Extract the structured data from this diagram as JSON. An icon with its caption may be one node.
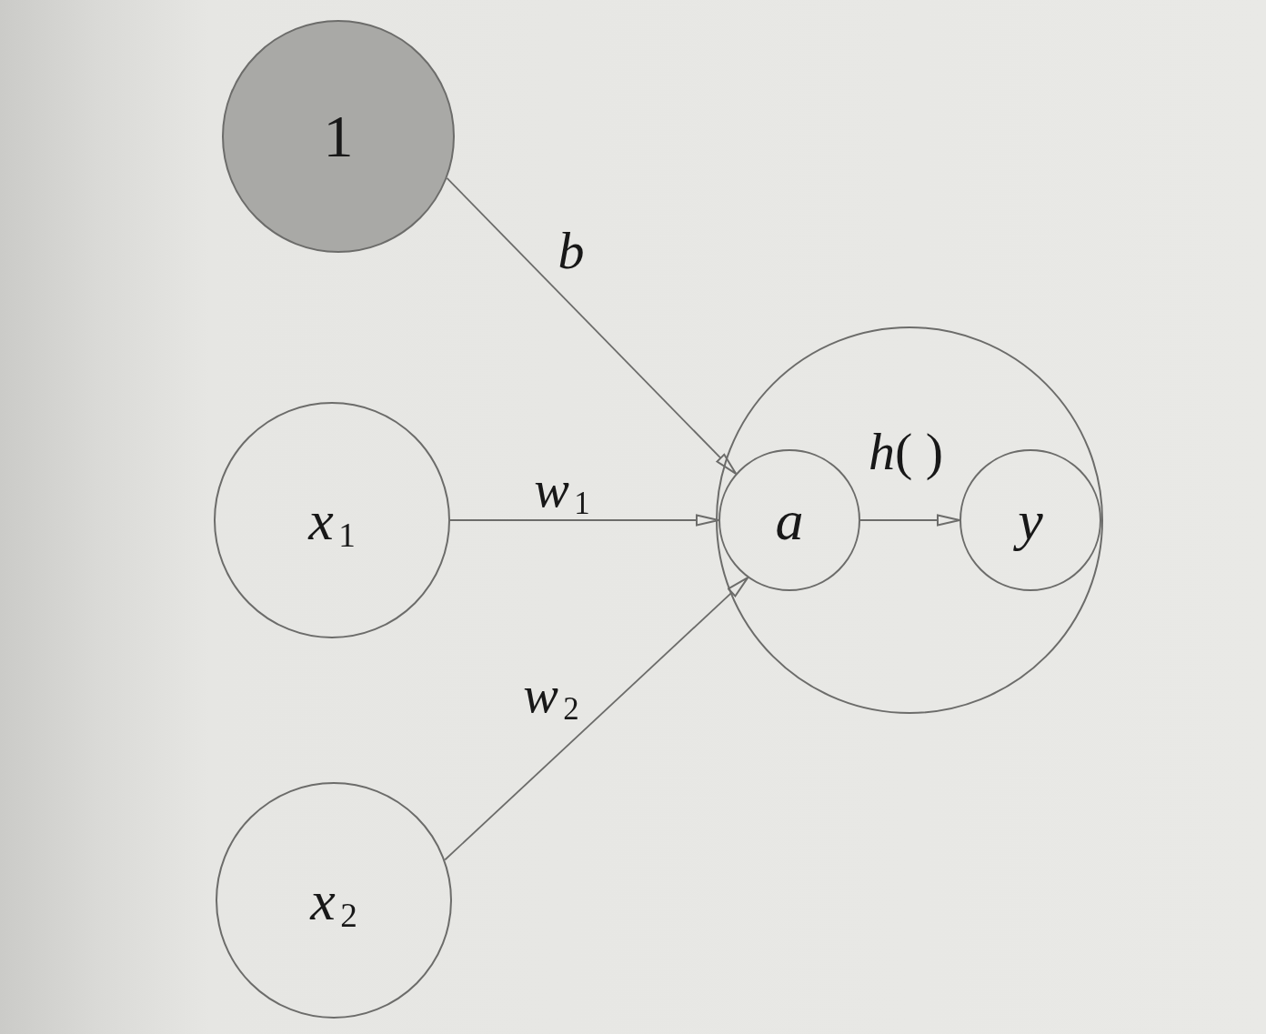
{
  "diagram": {
    "nodes": [
      {
        "text": [
          "1"
        ]
      },
      {
        "text": [
          "*x*$_{1}$"
        ]
      },
      {
        "text": [
          "*x*$_{2}$"
        ]
      },
      {
        "text": [],
        "shape": "circle"
      },
      {
        "text": [
          "a"
        ],
        "in": 3
      },
      {
        "text": [
          "y"
        ],
        "in": 3
      }
    ],
    "edges": [
      {
        "from": 0,
        "to": 4,
        "arrow": "to",
        "label": "b"
      },
      {
        "from": 1,
        "to": 4,
        "arrow": "to",
        "label": "*w*$_{1}$"
      },
      {
        "from": 2,
        "to": 4,
        "arrow": "to",
        "label": "*w*$_{2}$"
      },
      {
        "from": 4,
        "to": 5,
        "arrow": "to",
        "label": "*h*( )"
      }
    ]
  }
}
